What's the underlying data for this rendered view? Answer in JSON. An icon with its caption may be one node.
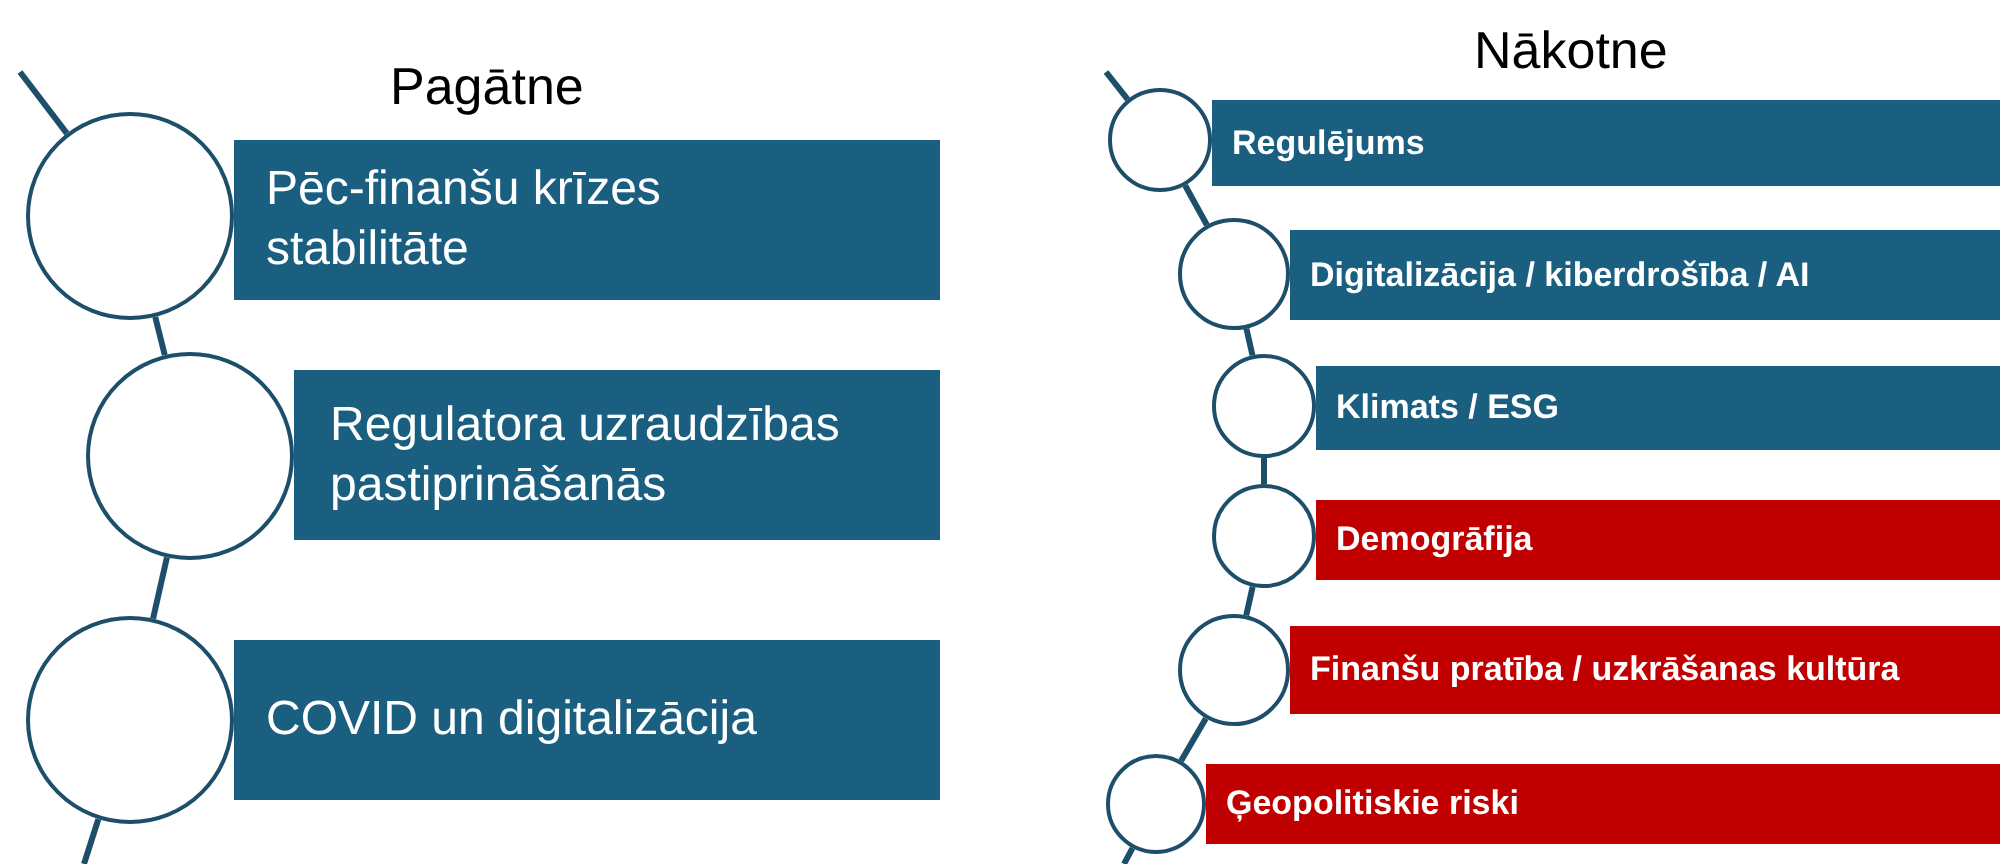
{
  "diagram": {
    "nodes": [
      {
        "text": [],
        "shape": "circle"
      },
      {
        "text": [
          "Pēc-finanšu krīzes stabilitāte"
        ]
      },
      {
        "text": [],
        "shape": "circle"
      },
      {
        "text": [
          "Regulatora uzraudzības pastiprināšanās"
        ]
      },
      {
        "text": [],
        "shape": "circle"
      },
      {
        "text": [
          "COVID un digitalizācija"
        ]
      },
      {
        "text": [],
        "shape": "circle"
      },
      {
        "text": [
          "Regulējums"
        ]
      },
      {
        "text": [],
        "shape": "circle"
      },
      {
        "text": [
          "Digitalizācija / kiberdrošība / AI"
        ]
      },
      {
        "text": [],
        "shape": "circle"
      },
      {
        "text": [
          "Klimats / ESG"
        ]
      },
      {
        "text": [],
        "shape": "circle"
      },
      {
        "text": [
          "Demogrāfija"
        ]
      },
      {
        "text": [],
        "shape": "circle"
      },
      {
        "text": [
          "Finanšu pratība / uzkrāšanas kultūra"
        ]
      },
      {
        "text": [],
        "shape": "circle"
      },
      {
        "text": [
          "Ģeopolitiskie riski"
        ]
      }
    ],
    "edges": [
      {
        "from": null,
        "to": 0,
        "arrow": "none"
      },
      {
        "from": 0,
        "to": 2,
        "arrow": "none"
      },
      {
        "from": 2,
        "to": 4,
        "arrow": "none"
      },
      {
        "from": 4,
        "to": null,
        "arrow": "none"
      },
      {
        "from": null,
        "to": 6,
        "arrow": "none"
      },
      {
        "from": 6,
        "to": 8,
        "arrow": "none"
      },
      {
        "from": 8,
        "to": 10,
        "arrow": "none"
      },
      {
        "from": 10,
        "to": 12,
        "arrow": "none"
      },
      {
        "from": 12,
        "to": 14,
        "arrow": "none"
      },
      {
        "from": 14,
        "to": 16,
        "arrow": "none"
      },
      {
        "from": 16,
        "to": null,
        "arrow": "none"
      }
    ],
    "labels": [
      "Pagātne",
      "Nākotne"
    ]
  }
}
